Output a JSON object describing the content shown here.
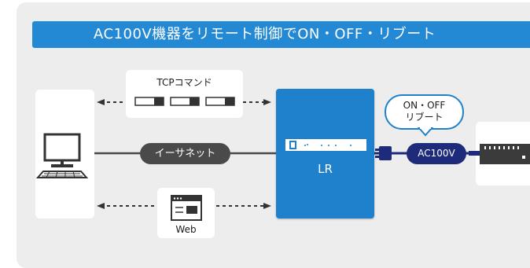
{
  "title": "AC100V機器をリモート制御でON・OFF・リブート",
  "tcp_label": "TCPコマンド",
  "ethernet_label": "イーサネット",
  "web_label": "Web",
  "lr_label": "LR",
  "bubble": {
    "line1": "ON・OFF",
    "line2": "リブート"
  },
  "ac_label": "AC100V",
  "colors": {
    "accent": "#2389d5",
    "device_blue": "#1f81cc",
    "dark_pill": "#4a4a4a",
    "navy": "#1d2b7a",
    "panel": "#ededed"
  },
  "icons": [
    "pc-icon",
    "browser-window-icon",
    "power-strip-icon",
    "plug-icon"
  ]
}
